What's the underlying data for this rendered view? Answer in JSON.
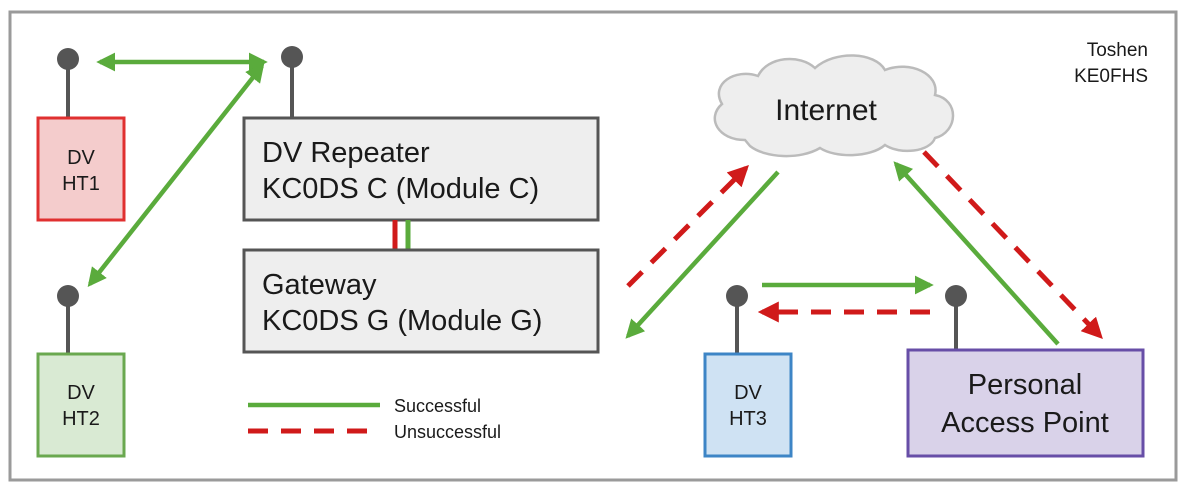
{
  "attribution": {
    "line1": "Toshen",
    "line2": "KE0FHS"
  },
  "internet": {
    "label": "Internet"
  },
  "repeater": {
    "line1": "DV Repeater",
    "line2": "KC0DS C (Module C)"
  },
  "gateway": {
    "line1": "Gateway",
    "line2": "KC0DS G (Module G)"
  },
  "ht1": {
    "line1": "DV",
    "line2": "HT1"
  },
  "ht2": {
    "line1": "DV",
    "line2": "HT2"
  },
  "ht3": {
    "line1": "DV",
    "line2": "HT3"
  },
  "access_point": {
    "line1": "Personal",
    "line2": "Access Point"
  },
  "legend": {
    "successful": "Successful",
    "unsuccessful": "Unsuccessful"
  },
  "colors": {
    "successful": "#5aab3c",
    "unsuccessful": "#d01a1a",
    "ht1_fill": "#f4cccc",
    "ht1_border": "#e03030",
    "ht2_fill": "#d9ead3",
    "ht2_border": "#6aa84f",
    "ht3_fill": "#cfe2f3",
    "ht3_border": "#3d85c6",
    "ap_fill": "#d9d2e9",
    "ap_border": "#674ea7",
    "box_fill": "#eeeeee",
    "box_border": "#555555",
    "antenna": "#555555"
  }
}
